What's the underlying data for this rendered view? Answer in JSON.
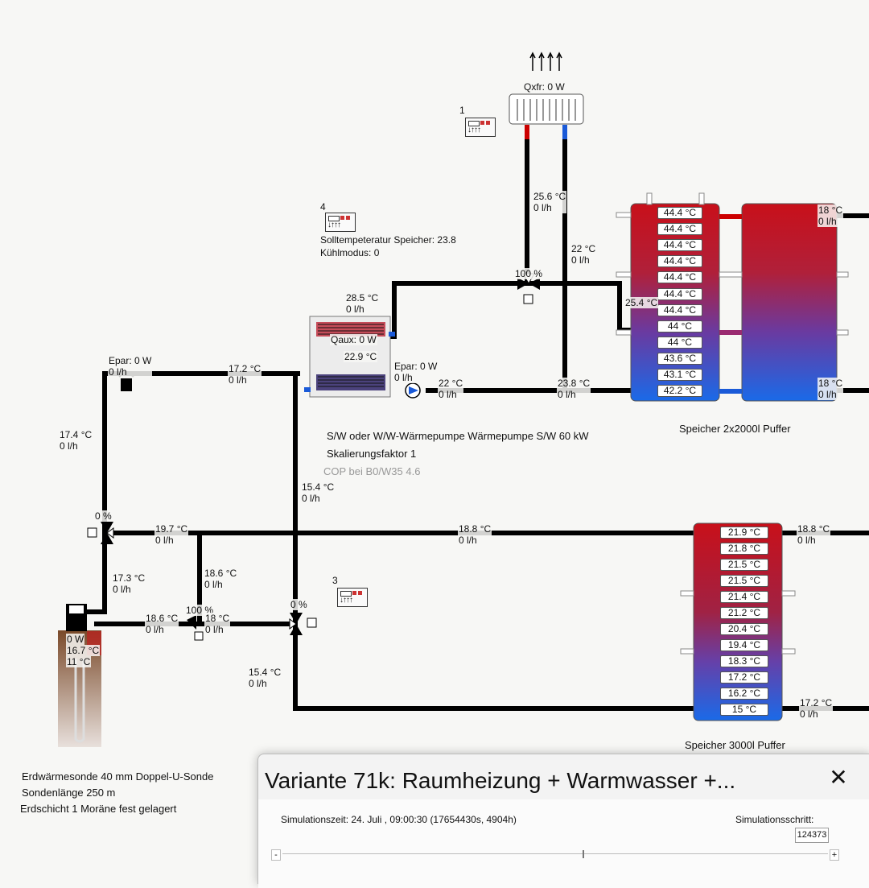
{
  "dialog": {
    "title": "Variante 71k: Raumheizung + Warmwasser +...",
    "sim_time_label": "Simulationszeit: 24. Juli , 09:00:30 (17654430s, 4904h)",
    "sim_step_label": "Simulationsschritt:",
    "sim_step_value": "124373",
    "slider_minus": "-",
    "slider_plus": "+",
    "slider_position": 0.55,
    "close_icon": "close-icon"
  },
  "controllers": {
    "c1": "1",
    "c3": "3",
    "c4": "4",
    "c4_setpoint": "Solltempeteratur Speicher: 23.8",
    "c4_mode": "Kühlmodus: 0"
  },
  "cooler": {
    "label": "Qxfr: 0 W"
  },
  "heatpump": {
    "qaux": "Qaux: 0 W",
    "desc": "S/W oder W/W-Wärmepumpe Wärmepumpe S/W 60 kW",
    "scale": "Skalierungsfaktor 1",
    "cop": "COP bei B0/W35 4.6"
  },
  "storage1": {
    "label": "Speicher 2x2000l Puffer",
    "temps": [
      "44.4 °C",
      "44.4 °C",
      "44.4 °C",
      "44.4 °C",
      "44.4 °C",
      "44.4 °C",
      "44.4 °C",
      "44 °C",
      "44 °C",
      "43.6 °C",
      "43.1 °C",
      "42.2 °C"
    ]
  },
  "storage2": {
    "label": "Speicher 3000l Puffer",
    "temps": [
      "21.9 °C",
      "21.8 °C",
      "21.5 °C",
      "21.5 °C",
      "21.4 °C",
      "21.2 °C",
      "20.4 °C",
      "19.4 °C",
      "18.3 °C",
      "17.2 °C",
      "16.2 °C",
      "15 °C"
    ]
  },
  "ground": {
    "power": "0 W",
    "t1": "16.7 °C",
    "t2": "11 °C",
    "desc1": "Erdwärmesonde 40 mm Doppel-U-Sonde",
    "desc2": "Sondenlänge 250 m",
    "desc3": "Erdschicht 1 Moräne fest gelagert"
  },
  "pipes": {
    "p_256": "25.6 °C\n0 l/h",
    "p_22a": "22 °C\n0 l/h",
    "p_100": "100 %",
    "p_285": "28.5 °C\n0 l/h",
    "p_254": "25.4 °C",
    "p_229": "22.9 °C",
    "p_epar_pump": "Epar: 0 W\n0 l/h",
    "p_22b": "22 °C\n0 l/h",
    "p_238": "23.8 °C\n0 l/h",
    "p_18top": "18 °C\n0 l/h",
    "p_18bot": "18 °C\n0 l/h",
    "p_epar_left": "Epar: 0 W\n0 l/h",
    "p_172": "17.2 °C\n0 l/h",
    "p_174": "17.4 °C\n0 l/h",
    "p_154a": "15.4 °C\n0 l/h",
    "p_0pct_left": "0 %",
    "p_197": "19.7 °C\n0 l/h",
    "p_188mid": "18.8 °C\n0 l/h",
    "p_188right": "18.8 °C\n0 l/h",
    "p_186a": "18.6 °C\n0 l/h",
    "p_173": "17.3 °C\n0 l/h",
    "p_186b": "18.6 °C\n0 l/h",
    "p_100b": "100 %",
    "p_18mid": "18 °C\n0 l/h",
    "p_0pct_mid": "0 %",
    "p_154b": "15.4 °C\n0 l/h",
    "p_172right": "17.2 °C\n0 l/h"
  }
}
